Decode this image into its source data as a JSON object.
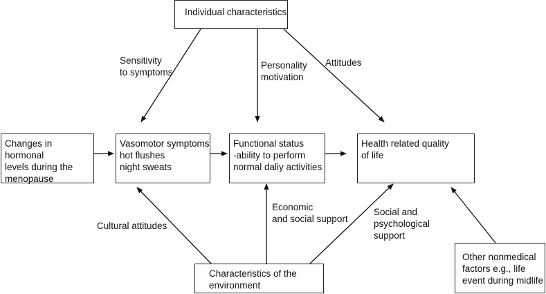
{
  "boxes": {
    "individual": "Individual characteristics",
    "hormonal": "Changes in hormonal\nlevels during the\nmenopause",
    "vasomotor": "Vasomotor symptoms\nhot flushes\nnight sweats",
    "functional": "Functional status\n-ability to perform\nnormal daliy activities",
    "health": "Health related quality\nof life",
    "environment": "Characteristics of the\nenvironment",
    "nonmedical": "Other nonmedical\nfactors e.g., life\nevent during midlife"
  },
  "labels": {
    "sensitivity": "Sensitivity\nto symptoms",
    "personality": "Personality\nmotivation",
    "attitudes": "Attitudes",
    "cultural": "Cultural attitudes",
    "economic": "Economic\nand social support",
    "social": "Social and\npsychological\nsupport"
  }
}
